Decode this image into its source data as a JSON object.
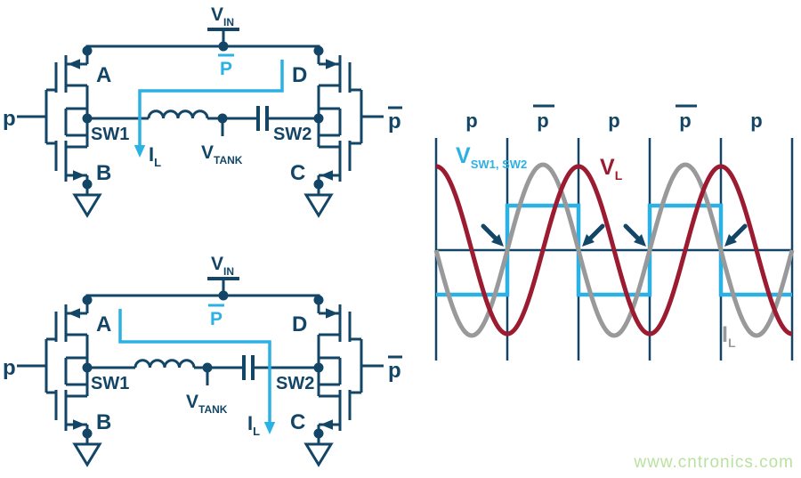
{
  "palette": {
    "navy": "#134567",
    "cyan": "#2bb1e4",
    "dark_red": "#9b1b30",
    "gray": "#98999b",
    "watermark": "#b9e2a0",
    "background": "#ffffff"
  },
  "watermark": "www.cntronics.com",
  "circuits": {
    "top": {
      "vin_main": "V",
      "vin_sub": "IN",
      "drive_label": "P",
      "fet_a": "A",
      "fet_b": "B",
      "fet_c": "C",
      "fet_d": "D",
      "sw1": "SW1",
      "sw2": "SW2",
      "vtank_main": "V",
      "vtank_sub": "TANK",
      "il_main": "I",
      "il_sub": "L",
      "gate_left": "p",
      "gate_right": "p"
    },
    "bottom": {
      "vin_main": "V",
      "vin_sub": "IN",
      "drive_label": "P",
      "fet_a": "A",
      "fet_b": "B",
      "fet_c": "C",
      "fet_d": "D",
      "sw1": "SW1",
      "sw2": "SW2",
      "vtank_main": "V",
      "vtank_sub": "TANK",
      "il_main": "I",
      "il_sub": "L",
      "gate_left": "p",
      "gate_right": "p"
    }
  },
  "chart_data": {
    "type": "line",
    "title": "",
    "phases": [
      {
        "text": "p",
        "overline": false
      },
      {
        "text": "p",
        "overline": true
      },
      {
        "text": "p",
        "overline": false
      },
      {
        "text": "p",
        "overline": true
      },
      {
        "text": "p",
        "overline": false
      }
    ],
    "series": [
      {
        "name_main": "V",
        "name_sub": "SW1, SW2",
        "type": "square",
        "color_key": "cyan",
        "amplitude_rel": 0.52,
        "high_during_overline_phase": true
      },
      {
        "name_main": "V",
        "name_sub": "L",
        "type": "sine",
        "color_key": "dark_red",
        "amplitude_rel": 0.98,
        "phase_deg": 90
      },
      {
        "name_main": "I",
        "name_sub": "L",
        "type": "sine",
        "color_key": "gray",
        "amplitude_rel": 1.0,
        "phase_deg": 180
      }
    ],
    "periods_shown": 2.5,
    "arrows_at_phase_boundaries": true,
    "arrow_count": 4
  }
}
